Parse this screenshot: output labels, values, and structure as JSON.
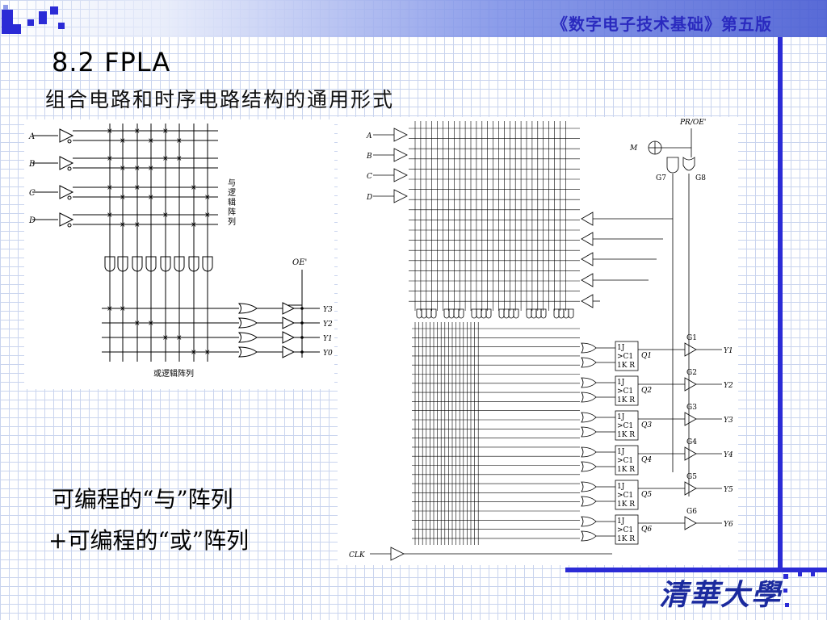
{
  "header": {
    "book_title": "《数字电子技术基础》第五版"
  },
  "slide": {
    "heading": "8.2  FPLA",
    "subheading": "组合电路和时序电路结构的通用形式",
    "caption_line1": "可编程的“与”阵列",
    "caption_line2": "+可编程的“或”阵列"
  },
  "left_diagram": {
    "inputs": [
      "A",
      "B",
      "C",
      "D"
    ],
    "and_array_label": [
      "与",
      "逻",
      "辑",
      "阵",
      "列"
    ],
    "or_array_label": "或逻辑阵列",
    "oe_label": "OE'",
    "outputs": [
      "Y3",
      "Y2",
      "Y1",
      "Y0"
    ]
  },
  "right_diagram": {
    "inputs": [
      "A",
      "B",
      "C",
      "D"
    ],
    "clk_label": "CLK",
    "pr_oe_label": "PR/OE'",
    "m_label": "M",
    "g7_label": "G7",
    "g8_label": "G8",
    "ff_lines": [
      "1J",
      ">C1",
      "1K R"
    ],
    "flipflops": [
      "Q1",
      "Q2",
      "Q3",
      "Q4",
      "Q5",
      "Q6"
    ],
    "gates": [
      "G1",
      "G2",
      "G3",
      "G4",
      "G5",
      "G6"
    ],
    "outputs": [
      "Y1",
      "Y2",
      "Y3",
      "Y4",
      "Y5",
      "Y6"
    ]
  },
  "footer": {
    "logo_text": "清華大學"
  },
  "colors": {
    "accent": "#2b2bd6",
    "title": "#2a2abf"
  }
}
